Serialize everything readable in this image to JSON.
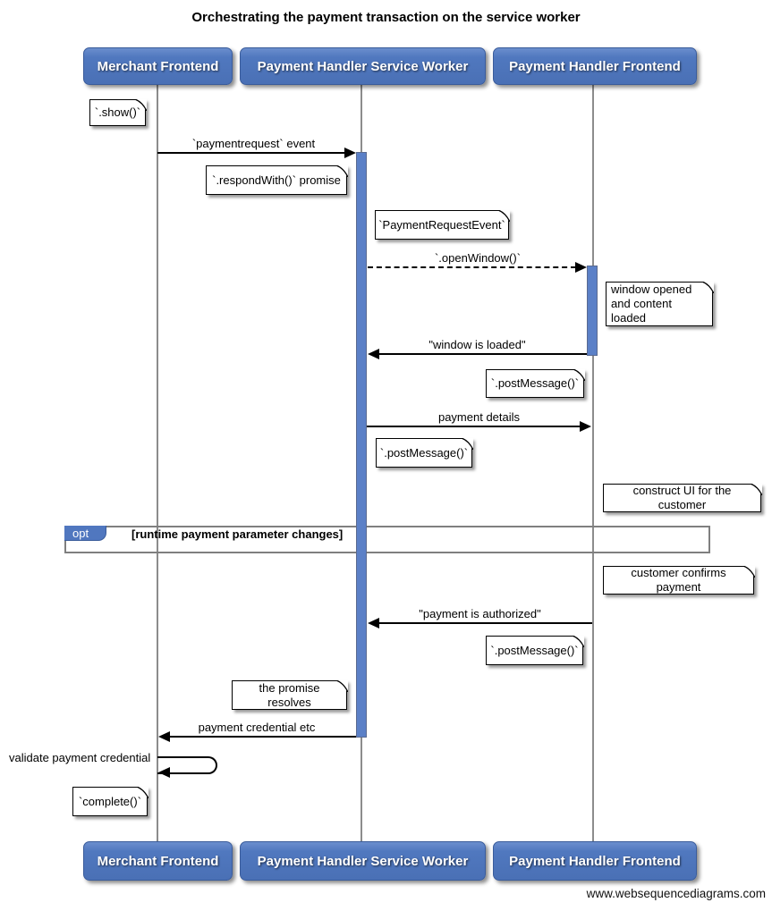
{
  "title": "Orchestrating the payment transaction on the service worker",
  "footer": "www.websequencediagrams.com",
  "participants": [
    {
      "label": "Merchant Frontend"
    },
    {
      "label": "Payment Handler Service Worker"
    },
    {
      "label": "Payment Handler Frontend"
    }
  ],
  "messages": [
    {
      "label": "`paymentrequest` event",
      "from": "Merchant Frontend",
      "to": "Payment Handler Service Worker",
      "style": "solid"
    },
    {
      "label": "`.openWindow()`",
      "from": "Payment Handler Service Worker",
      "to": "Payment Handler Frontend",
      "style": "dashed"
    },
    {
      "label": "\"window is loaded\"",
      "from": "Payment Handler Frontend",
      "to": "Payment Handler Service Worker",
      "style": "solid"
    },
    {
      "label": "payment details",
      "from": "Payment Handler Service Worker",
      "to": "Payment Handler Frontend",
      "style": "solid"
    },
    {
      "label": "\"payment is authorized\"",
      "from": "Payment Handler Frontend",
      "to": "Payment Handler Service Worker",
      "style": "solid"
    },
    {
      "label": "payment credential etc",
      "from": "Payment Handler Service Worker",
      "to": "Merchant Frontend",
      "style": "solid"
    },
    {
      "label": "validate payment credential",
      "from": "Merchant Frontend",
      "to": "Merchant Frontend",
      "style": "self"
    }
  ],
  "notes": [
    {
      "text": "`.show()`"
    },
    {
      "text": "`.respondWith()` promise"
    },
    {
      "text": "`PaymentRequestEvent`"
    },
    {
      "text": "window opened\nand content loaded"
    },
    {
      "text": "`.postMessage()`"
    },
    {
      "text": "`.postMessage()`"
    },
    {
      "text": "construct UI for the customer"
    },
    {
      "text": "customer confirms payment"
    },
    {
      "text": "`.postMessage()`"
    },
    {
      "text": "the promise resolves"
    },
    {
      "text": "`complete()`"
    }
  ],
  "opt_frame": {
    "label": "opt",
    "guard": "[runtime payment parameter changes]"
  },
  "colors": {
    "participant_fill": "#4e74b8",
    "participant_border": "#3a5c9b",
    "activation_fill": "#5b80c7",
    "lifeline": "#8c8c8c",
    "frame_border": "#7f7f7f",
    "note_background": "#ffffff",
    "note_border": "#000000"
  }
}
